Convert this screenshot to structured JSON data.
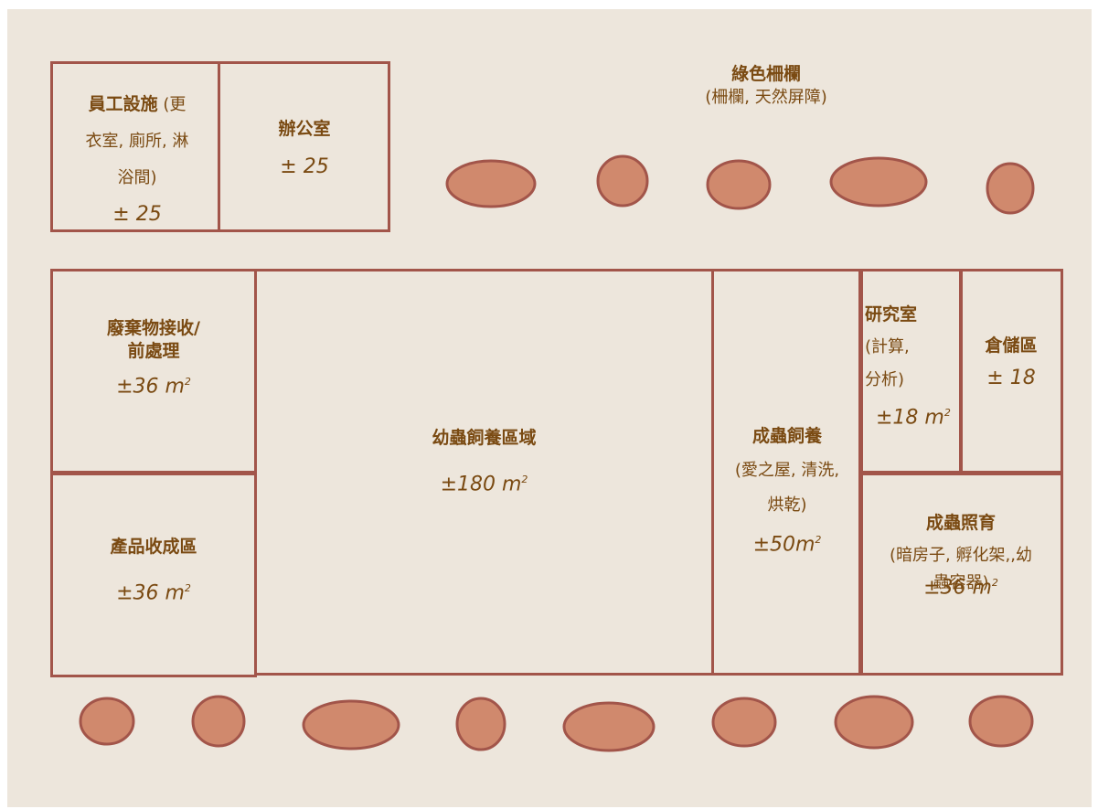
{
  "fence": {
    "title": "綠色柵欄",
    "subtitle": "(柵欄, 天然屏障)"
  },
  "rooms": {
    "staff": {
      "name": "員工設施",
      "desc_a": " (更",
      "desc_b": "衣室, 廁所, 淋",
      "desc_c": "浴間)",
      "area": "± 25"
    },
    "office": {
      "name": "辦公室",
      "area": "± 25"
    },
    "waste": {
      "name_a": "廢棄物接收/",
      "name_b": "前處理",
      "area": "±36 m",
      "unit": "2"
    },
    "harvest": {
      "name": "產品收成區",
      "area": "±36 m",
      "unit": "2"
    },
    "larvae": {
      "name": "幼蟲飼養區域",
      "area": "±180 m",
      "unit": "2"
    },
    "adult_feed": {
      "name": "成蟲飼養",
      "desc_a": "(愛之屋, 清洗,",
      "desc_b": "烘乾)",
      "area": "±50m",
      "unit": "2"
    },
    "lab": {
      "name": "研究室",
      "desc_a": "(計算,",
      "desc_b": "分析)",
      "area": "±18 m",
      "unit": "2"
    },
    "storage": {
      "name": "倉儲區",
      "area": "± 18"
    },
    "adult_care": {
      "name": "成蟲照育",
      "desc_a": "(暗房子, 孵化架,,幼",
      "desc_b": "蟲容器)",
      "area": "±36 m",
      "unit": "2"
    }
  },
  "colors": {
    "background": "#ede6dc",
    "wall": "#a2554a",
    "bush_fill": "#d0896d",
    "bush_stroke": "#a2554a",
    "text": "#7a4a12"
  },
  "icons": {
    "bush": "bush-icon"
  }
}
